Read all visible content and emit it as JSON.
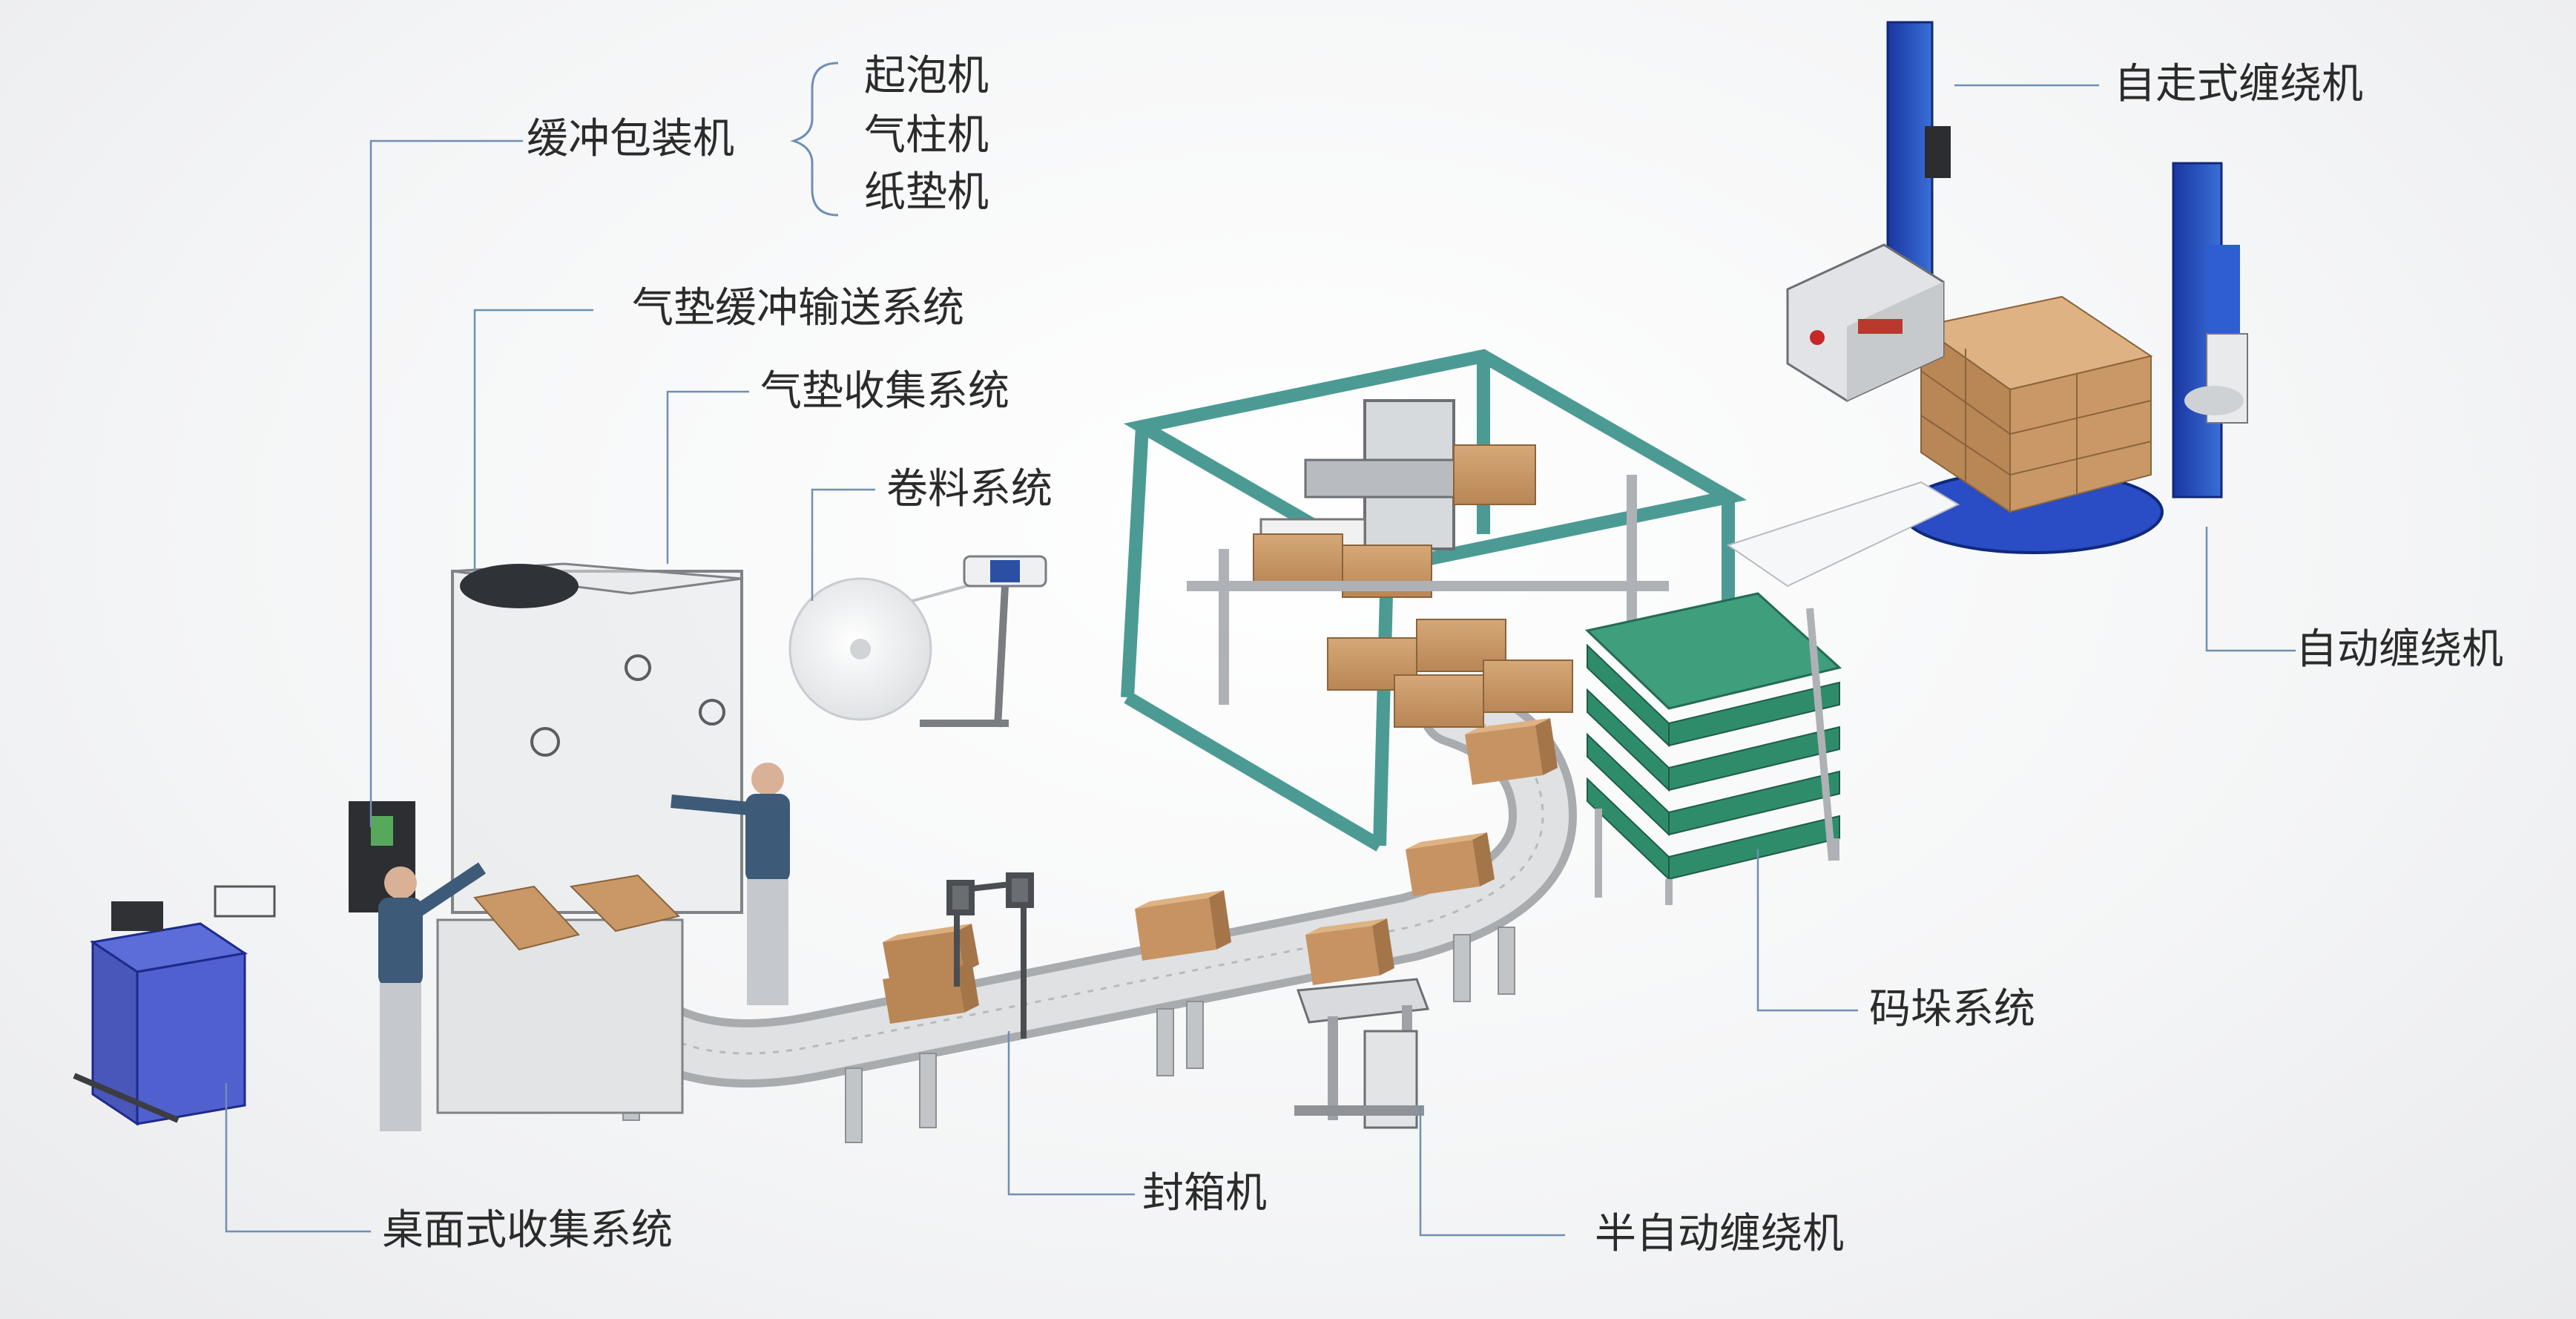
{
  "labels": {
    "cushion_packaging": "缓冲包装机",
    "foam_machine": "起泡机",
    "air_column_machine": "气柱机",
    "paper_pad_machine": "纸垫机",
    "air_cushion_conveying": "气垫缓冲输送系统",
    "air_cushion_collection": "气垫收集系统",
    "roll_material": "卷料系统",
    "self_propelled_wrapper": "自走式缠绕机",
    "auto_wrapper": "自动缠绕机",
    "palletizing": "码垛系统",
    "case_sealer": "封箱机",
    "semi_auto_wrapper": "半自动缠绕机",
    "desktop_collection": "桌面式收集系统"
  },
  "colors": {
    "leader_line": "#6f8fb3",
    "gantry": "#4c9a94",
    "pallet_green": "#3f9e7c",
    "carton": "#c99866",
    "carton_dark": "#a87a4c",
    "wrapper_blue": "#1f3fa8",
    "wrapper_blue_light": "#2f6ad1",
    "desk_blue": "#3446c9",
    "conveyor": "#c9cbcd"
  },
  "icons": [
    "air-cushion-roll-icon",
    "agv-robot-icon",
    "worker-figure-icon"
  ]
}
